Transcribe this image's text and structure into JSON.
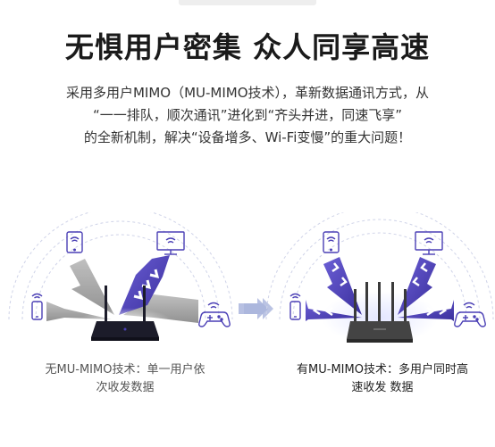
{
  "title": "无惧用户密集 众人同享高速",
  "intro": {
    "line1": "采用多用户MIMO（MU-MIMO技术），革新数据通讯方式，从",
    "line2": "“一一排队，顺次通讯”进化到“齐头并进，同速飞享”",
    "line3": "的全新机制，解决“设备增多、Wi-Fi变慢”的重大问题！"
  },
  "left_panel": {
    "caption_line1": "无MU-MIMO技术：单一用户依",
    "caption_line2": "次收发数据"
  },
  "right_panel": {
    "caption_line1": "有MU-MIMO技术：多用户同时高",
    "caption_line2": "速收发 数据"
  },
  "colors": {
    "accent": "#4a3fb5",
    "arrow_gray": "#a8a8a8",
    "arc_dash": "#cfd3e8",
    "router_left": "#1c1c2a",
    "router_right": "#3a3a3a",
    "transition_arrow": "#a9b4dc"
  },
  "icons": [
    "wifi-icon",
    "tablet-icon",
    "monitor-icon",
    "phone-icon",
    "gamepad-icon",
    "router-icon",
    "double-arrow-icon"
  ]
}
